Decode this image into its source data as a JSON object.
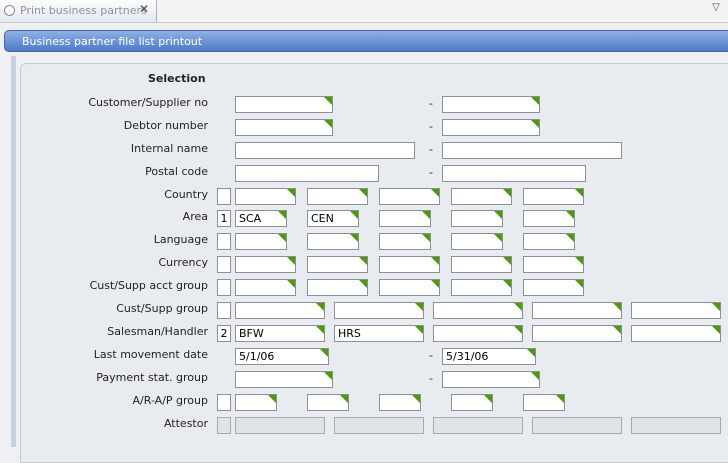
{
  "tab": {
    "label": "Print business partners",
    "close_glyph": "✕",
    "menu_glyph": "▽"
  },
  "subheader": {
    "title": "Business partner file list printout"
  },
  "section": {
    "heading": "Selection"
  },
  "range_separator": "-",
  "rows": {
    "customer_supplier_no": {
      "label": "Customer/Supplier no",
      "from": "",
      "to": ""
    },
    "debtor_number": {
      "label": "Debtor number",
      "from": "",
      "to": ""
    },
    "internal_name": {
      "label": "Internal name",
      "from": "",
      "to": ""
    },
    "postal_code": {
      "label": "Postal code",
      "from": "",
      "to": ""
    },
    "country": {
      "label": "Country",
      "count": "",
      "values": [
        "",
        "",
        "",
        "",
        ""
      ]
    },
    "area": {
      "label": "Area",
      "count": "1",
      "values": [
        "SCA",
        "CEN",
        "",
        "",
        ""
      ]
    },
    "language": {
      "label": "Language",
      "count": "",
      "values": [
        "",
        "",
        "",
        "",
        ""
      ]
    },
    "currency": {
      "label": "Currency",
      "count": "",
      "values": [
        "",
        "",
        "",
        "",
        ""
      ]
    },
    "cust_supp_acct_group": {
      "label": "Cust/Supp acct group",
      "count": "",
      "values": [
        "",
        "",
        "",
        "",
        ""
      ]
    },
    "cust_supp_group": {
      "label": "Cust/Supp group",
      "count": "",
      "values": [
        "",
        "",
        "",
        "",
        ""
      ]
    },
    "salesman_handler": {
      "label": "Salesman/Handler",
      "count": "2",
      "values": [
        "BFW",
        "HRS",
        "",
        "",
        ""
      ]
    },
    "last_movement_date": {
      "label": "Last movement date",
      "from": "5/1/06",
      "to": "5/31/06"
    },
    "payment_stat_group": {
      "label": "Payment stat. group",
      "from": "",
      "to": ""
    },
    "ar_ap_group": {
      "label": "A/R-A/P group",
      "count": "",
      "values": [
        "",
        "",
        "",
        "",
        ""
      ]
    },
    "attestor": {
      "label": "Attestor",
      "count": "",
      "values": [
        "",
        "",
        "",
        "",
        ""
      ]
    }
  }
}
